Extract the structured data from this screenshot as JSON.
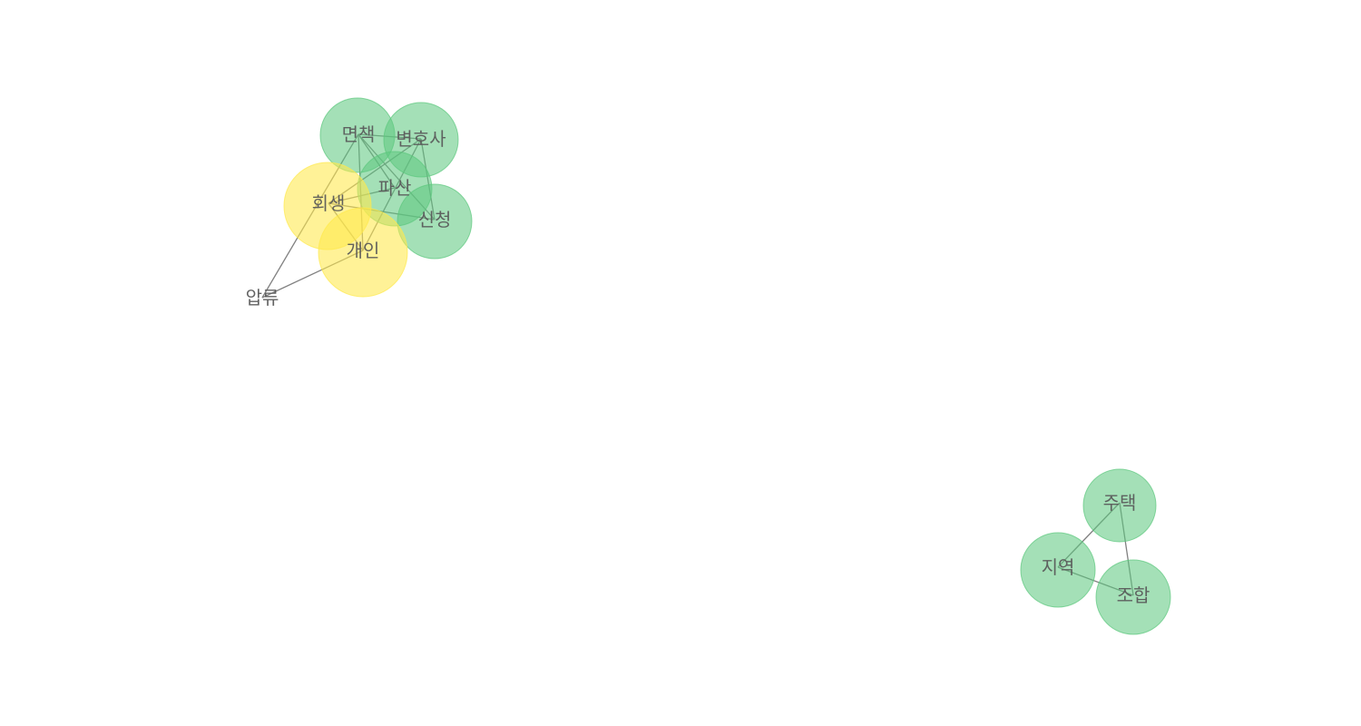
{
  "graph": {
    "colors": {
      "green": "#5cc77e",
      "yellow": "#ffe94c",
      "edge": "#7a7a7a",
      "label": "#5a5a5a"
    },
    "nodes": [
      {
        "id": "면책",
        "label": "면책",
        "group": "green"
      },
      {
        "id": "변호사",
        "label": "변호사",
        "group": "green"
      },
      {
        "id": "파산",
        "label": "파산",
        "group": "green"
      },
      {
        "id": "신청",
        "label": "신청",
        "group": "green"
      },
      {
        "id": "회생",
        "label": "회생",
        "group": "yellow"
      },
      {
        "id": "개인",
        "label": "개인",
        "group": "yellow"
      },
      {
        "id": "압류",
        "label": "압류",
        "group": "none"
      },
      {
        "id": "주택",
        "label": "주택",
        "group": "green"
      },
      {
        "id": "지역",
        "label": "지역",
        "group": "green"
      },
      {
        "id": "조합",
        "label": "조합",
        "group": "green"
      }
    ],
    "edges": [
      [
        "면책",
        "변호사"
      ],
      [
        "면책",
        "파산"
      ],
      [
        "면책",
        "신청"
      ],
      [
        "면책",
        "개인"
      ],
      [
        "면책",
        "압류"
      ],
      [
        "변호사",
        "회생"
      ],
      [
        "변호사",
        "신청"
      ],
      [
        "변호사",
        "개인"
      ],
      [
        "파산",
        "회생"
      ],
      [
        "회생",
        "신청"
      ],
      [
        "개인",
        "회생"
      ],
      [
        "개인",
        "압류"
      ],
      [
        "주택",
        "지역"
      ],
      [
        "주택",
        "조합"
      ],
      [
        "지역",
        "조합"
      ]
    ]
  }
}
